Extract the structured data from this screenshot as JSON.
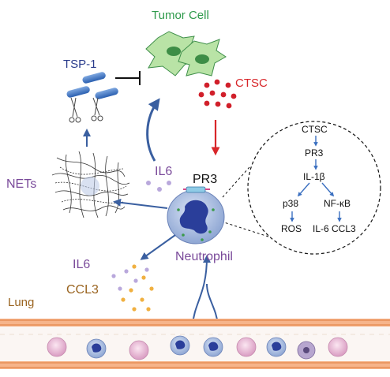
{
  "labels": {
    "tumor_cell": "Tumor Cell",
    "ctsc": "CTSC",
    "tsp1": "TSP-1",
    "nets": "NETs",
    "il6_top": "IL6",
    "pr3": "PR3",
    "neutrophil": "Neutrophil",
    "il6_bottom": "IL6",
    "ccl3": "CCL3",
    "lung": "Lung"
  },
  "pathway": {
    "ctsc": "CTSC",
    "pr3": "PR3",
    "il1b": "IL-1β",
    "p38": "p38",
    "nfkb": "NF-κB",
    "ros": "ROS",
    "il6_ccl3": "IL-6 CCL3"
  },
  "colors": {
    "tumor_cell": "#b9e3a6",
    "ctsc_dots": "#d11f2a",
    "arrow_blue": "#3a5fa0",
    "arrow_red": "#d8262a",
    "vessel_wall": "#f4a874",
    "neutrophil_body": "#b5c6e5",
    "neutrophil_nucleus": "#2a3e9a",
    "rbc": "#f0c4dc"
  }
}
